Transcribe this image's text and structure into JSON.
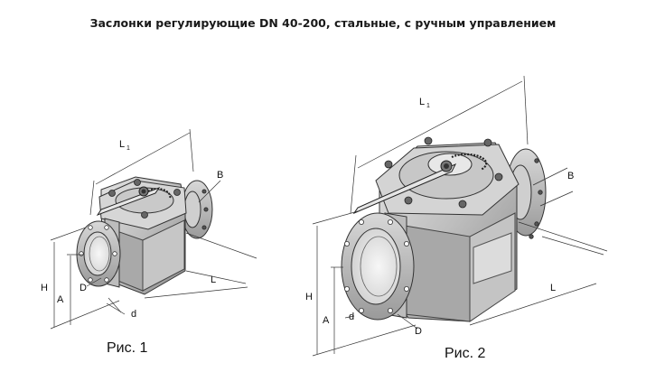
{
  "title": "Заслонки регулирующие DN 40-200, стальные, с ручным управлением",
  "figures": [
    {
      "caption": "Рис. 1",
      "labels": {
        "L1": "L",
        "L1_sub": "1",
        "B": "B",
        "L": "L",
        "H": "H",
        "A": "A",
        "D": "D",
        "d": "d"
      }
    },
    {
      "caption": "Рис. 2",
      "labels": {
        "L1": "L",
        "L1_sub": "1",
        "B": "B",
        "L": "L",
        "H": "H",
        "A": "A",
        "D": "D",
        "d": "d"
      }
    }
  ]
}
